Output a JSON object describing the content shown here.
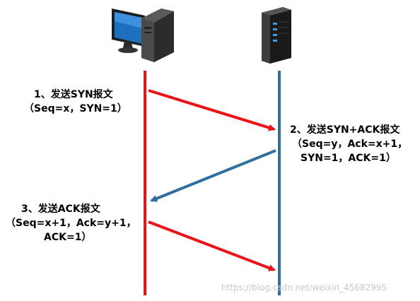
{
  "colors": {
    "client_line": "#e8141a",
    "server_line": "#2f6f9f",
    "syn_arrow": "#e8141a",
    "synack_arrow": "#2f6f9f",
    "ack_arrow": "#e8141a",
    "watermark": "#c8c8c8"
  },
  "icons": {
    "client": "desktop-computer-icon",
    "server": "server-tower-icon"
  },
  "messages": [
    {
      "id": "syn",
      "lines": [
        "1、发送SYN报文",
        "（Seq=x，SYN=1）"
      ]
    },
    {
      "id": "syn-ack",
      "lines": [
        "2、发送SYN+ACK报文",
        "（Seq=y，Ack=x+1，",
        "SYN=1，ACK=1）"
      ]
    },
    {
      "id": "ack",
      "lines": [
        "3、发送ACK报文",
        "（Seq=x+1，Ack=y+1，",
        "ACK=1）"
      ]
    }
  ],
  "watermark": "https://blog.csdn.net/weixin_45682995"
}
